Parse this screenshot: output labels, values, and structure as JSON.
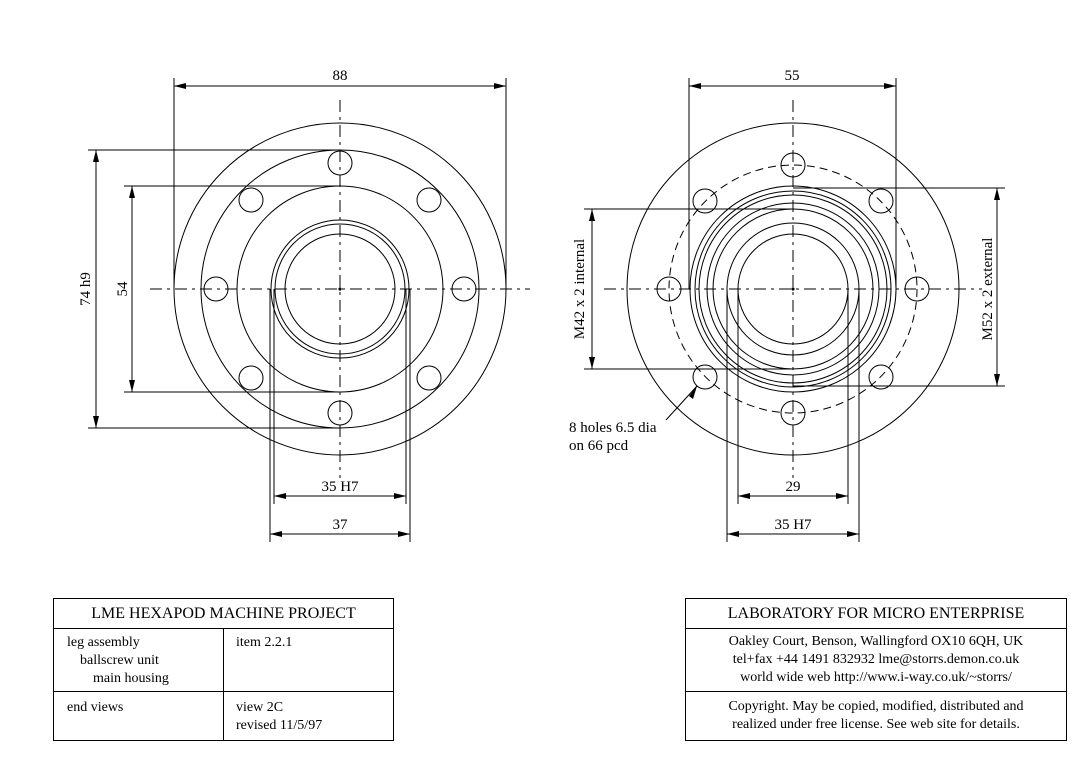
{
  "left_view": {
    "dims": {
      "top": "88",
      "outer_dia": "74 h9",
      "inner_dia": "54",
      "bore": "35 H7",
      "bottom": "37"
    }
  },
  "right_view": {
    "dims": {
      "top": "55",
      "internal": "M42 x 2 internal",
      "external": "M52 x 2 external",
      "inner": "29",
      "bore": "35 H7"
    },
    "note": [
      "8 holes 6.5 dia",
      "on 66 pcd"
    ]
  },
  "title_block": {
    "title": "LME HEXAPOD MACHINE  PROJECT",
    "desc": [
      "leg assembly",
      "ballscrew unit",
      "main housing"
    ],
    "item": "item 2.2.1",
    "views": "end views",
    "view": "view 2C",
    "revised": "revised 11/5/97"
  },
  "org_block": {
    "title": "LABORATORY FOR MICRO ENTERPRISE",
    "address": [
      "Oakley Court, Benson, Wallingford OX10 6QH, UK",
      "tel+fax +44 1491 832932  lme@storrs.demon.co.uk",
      "world wide web  http://www.i-way.co.uk/~storrs/"
    ],
    "copyright": [
      "Copyright. May be copied, modified, distributed and",
      "realized under free license. See web site for details."
    ]
  }
}
